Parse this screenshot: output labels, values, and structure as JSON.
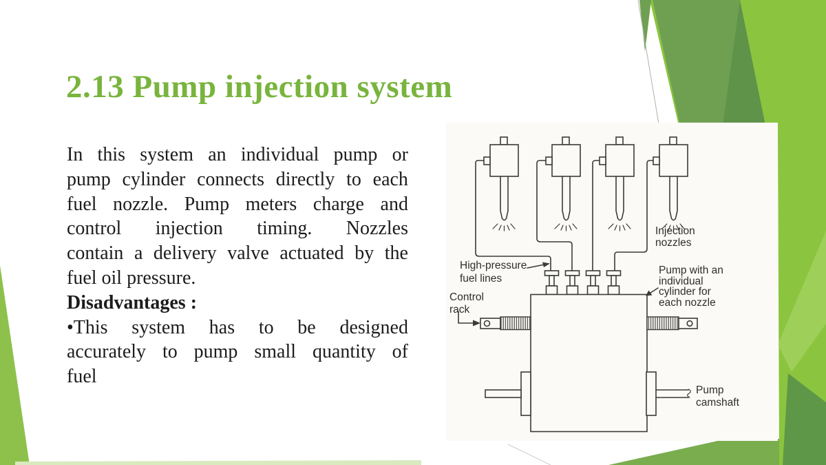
{
  "slide": {
    "title": "2.13 Pump injection system",
    "body_lines": [
      {
        "text": "In this system an individual pump or",
        "justify": true,
        "bold": false
      },
      {
        "text": "pump cylinder connects directly to each",
        "justify": true,
        "bold": false
      },
      {
        "text": "fuel nozzle. Pump meters charge and",
        "justify": true,
        "bold": false
      },
      {
        "text": "control injection timing. Nozzles",
        "justify": true,
        "bold": false
      },
      {
        "text": "contain a delivery valve actuated by the",
        "justify": true,
        "bold": false
      },
      {
        "text": "fuel oil pressure.",
        "justify": false,
        "bold": false
      },
      {
        "text": "Disadvantages :",
        "justify": false,
        "bold": true
      },
      {
        "text": "•This system has to be designed",
        "justify": true,
        "bold": false
      },
      {
        "text": "accurately to pump small quantity of",
        "justify": true,
        "bold": false
      },
      {
        "text": "fuel",
        "justify": false,
        "bold": false
      }
    ],
    "figure": {
      "labels": {
        "high_pressure": "High-pressure\nfuel lines",
        "control_rack": "Control\nrack",
        "injection_nozzles": "Injection\nnozzles",
        "pump_individual": "Pump with an\nindividual\ncylinder for\neach nozzle",
        "pump_camshaft": "Pump\ncamshaft"
      },
      "nozzle_count": 4
    },
    "colors": {
      "title_green": "#79b43e",
      "bright_green": "#8bc43e",
      "medium_green": "#6fa052",
      "dark_green": "#5f9349",
      "corner_dark_green": "#5f9748",
      "left_wedge_green": "#8dc14b",
      "band_green": "#79ad4e",
      "pale_strip_green": "#d9eabf",
      "figure_paper": "#fbfaf6",
      "diagram_ink": "#3a3a3a",
      "body_text": "#1c1c1c"
    }
  }
}
